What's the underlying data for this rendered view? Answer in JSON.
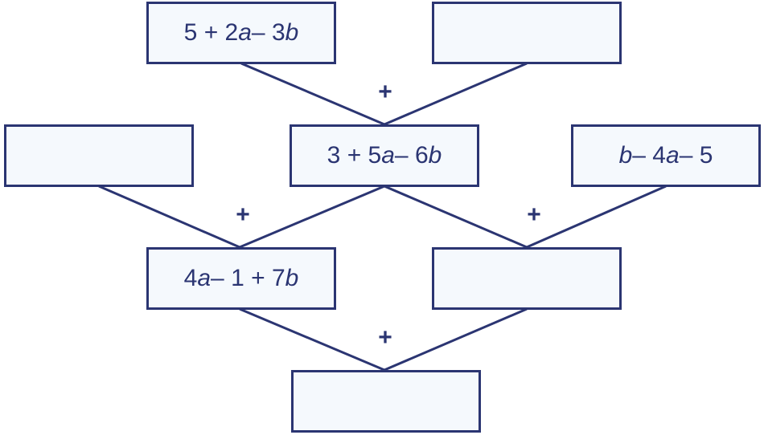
{
  "line_color": "#2b3572",
  "box_fill": "#f5f9fd",
  "operator": "+",
  "boxes": {
    "r1_left": {
      "parts": [
        [
          "5 + 2",
          false
        ],
        [
          "a",
          true
        ],
        [
          " – 3",
          false
        ],
        [
          "b",
          true
        ]
      ]
    },
    "r1_right": {
      "parts": []
    },
    "r2_left": {
      "parts": []
    },
    "r2_mid": {
      "parts": [
        [
          "3 + 5",
          false
        ],
        [
          "a",
          true
        ],
        [
          " – 6",
          false
        ],
        [
          "b",
          true
        ]
      ]
    },
    "r2_right": {
      "parts": [
        [
          "b",
          true
        ],
        [
          " – 4",
          false
        ],
        [
          "a",
          true
        ],
        [
          " – 5",
          false
        ]
      ]
    },
    "r3_left": {
      "parts": [
        [
          "4",
          false
        ],
        [
          "a",
          true
        ],
        [
          " – 1 + 7",
          false
        ],
        [
          "b",
          true
        ]
      ]
    },
    "r3_right": {
      "parts": []
    },
    "r4": {
      "parts": []
    }
  }
}
